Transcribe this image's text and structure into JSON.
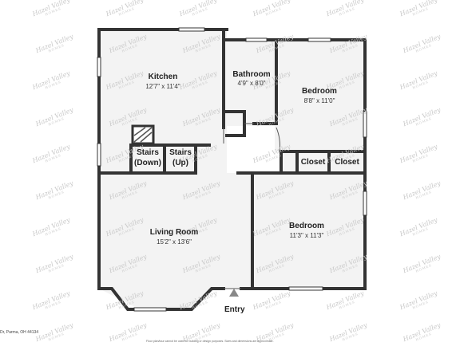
{
  "watermark": {
    "text": "Hazel Valley",
    "sub": "HOMES"
  },
  "rooms": {
    "kitchen": {
      "name": "Kitchen",
      "dim": "12'7\" x 11'4\""
    },
    "bathroom": {
      "name": "Bathroom",
      "dim": "4'9\" x 8'0\""
    },
    "bedroom1": {
      "name": "Bedroom",
      "dim": "8'8\" x 11'0\""
    },
    "living": {
      "name": "Living Room",
      "dim": "15'2\" x 13'6\""
    },
    "bedroom2": {
      "name": "Bedroom",
      "dim": "11'3\" x 11'3\""
    },
    "stairs_down": {
      "line1": "Stairs",
      "line2": "(Down)"
    },
    "stairs_up": {
      "line1": "Stairs",
      "line2": "(Up)"
    },
    "closet1": {
      "name": "Closet"
    },
    "closet2": {
      "name": "Closet"
    }
  },
  "entry": {
    "label": "Entry"
  },
  "footer": {
    "address": "Dr, Parma, OH 44134",
    "disclaimer": "Floor plan/tour cannot be used for building or design purposes. Sizes and dimensions are approximate."
  },
  "colors": {
    "wall": "#333333",
    "floor": "#f3f3f3",
    "window": "#ffffff"
  }
}
